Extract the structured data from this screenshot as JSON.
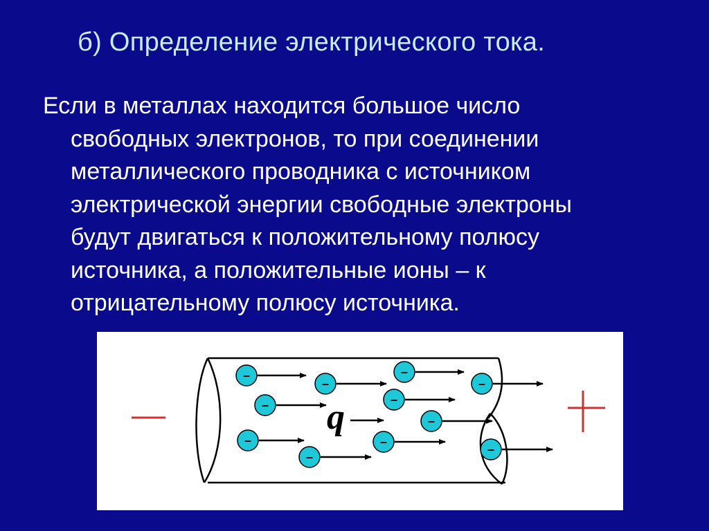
{
  "slide": {
    "title": "б) Определение электрического тока.",
    "body_lines": [
      "Если в металлах находится большое число",
      "свободных электронов, то при соединении",
      "металлического проводника с источником",
      "электрической энергии свободные электроны",
      "будут двигаться к положительному полюсу",
      "источника, а положительные ионы – к",
      "отрицательному полюсу источника."
    ]
  },
  "diagram": {
    "minus_sign": "–",
    "plus_sign": "+",
    "charge_label": "q",
    "electron_symbol": "–",
    "colors": {
      "background": "#0a0a8c",
      "title": "#c8ecf4",
      "electron_fill": "#1ec8d8",
      "pole_marks": "#d03030",
      "outline": "#000000"
    }
  }
}
